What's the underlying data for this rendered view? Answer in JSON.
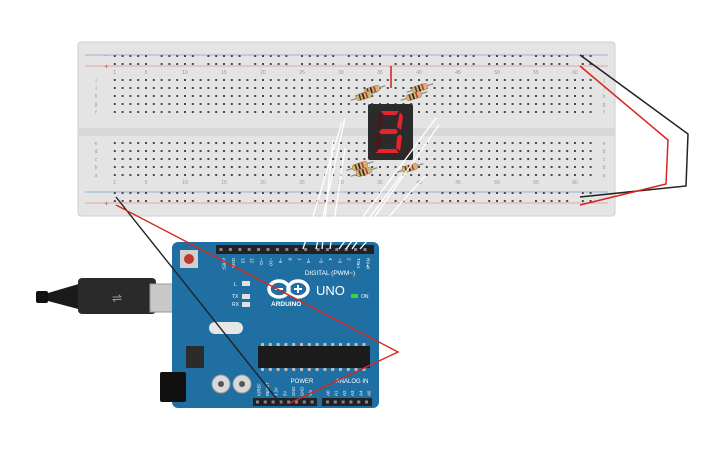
{
  "breadboard": {
    "column_numbers": [
      "1",
      "5",
      "10",
      "15",
      "20",
      "25",
      "30",
      "35",
      "40",
      "45",
      "50",
      "55",
      "60"
    ],
    "row_letters_top": [
      "j",
      "i",
      "h",
      "g",
      "f"
    ],
    "row_letters_bottom": [
      "e",
      "d",
      "c",
      "b",
      "a"
    ],
    "rail_minus": "−",
    "rail_plus": "+"
  },
  "display": {
    "digit": "3",
    "segment_color_on": "#e8232b",
    "body_color": "#2b2b2b"
  },
  "board": {
    "brand": "ARDUINO",
    "model": "UNO",
    "label_digital": "DIGITAL (PWM~)",
    "label_power": "POWER",
    "label_analog": "ANALOG IN",
    "label_on": "ON",
    "label_tx": "TX",
    "label_rx": "RX",
    "label_l": "L",
    "digital_pins": [
      "AREF",
      "GND",
      "13",
      "12",
      "~11",
      "~10",
      "~9",
      "8",
      "7",
      "~6",
      "~5",
      "4",
      "~3",
      "2",
      "TX▸1",
      "RX◂0"
    ],
    "power_pins": [
      "IOREF",
      "RESET",
      "3.3V",
      "5V",
      "GND",
      "GND",
      "Vin"
    ],
    "analog_pins": [
      "A0",
      "A1",
      "A2",
      "A3",
      "A4",
      "A5"
    ],
    "color": "#1f6fa3"
  },
  "colors": {
    "wire_red": "#d9261c",
    "wire_black": "#222222",
    "wire_white": "#ffffff"
  }
}
